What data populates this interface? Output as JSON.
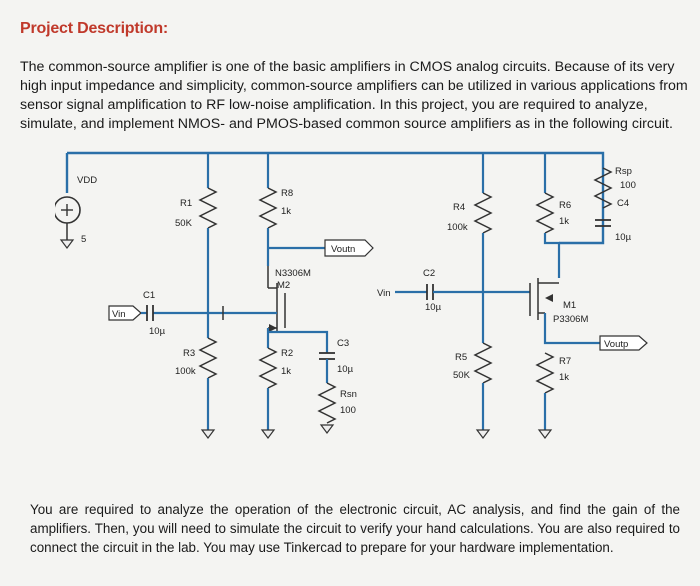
{
  "title": "Project Description:",
  "intro": "The common-source amplifier is one of the basic amplifiers in CMOS analog circuits. Because of its very high input impedance and simplicity, common-source amplifiers can be utilized in various applications from sensor signal amplification to RF low-noise amplification. In this project, you are required to analyze, simulate, and implement NMOS- and PMOS-based common source amplifiers as in the following circuit.",
  "circuit": {
    "vdd": {
      "label": "VDD",
      "value": "5"
    },
    "r1": {
      "name": "R1",
      "value": "50K"
    },
    "r8": {
      "name": "R8",
      "value": "1k"
    },
    "r3": {
      "name": "R3",
      "value": "100k"
    },
    "r2": {
      "name": "R2",
      "value": "1k"
    },
    "c1": {
      "name": "C1",
      "value": "10µ"
    },
    "c3": {
      "name": "C3",
      "value": "10µ"
    },
    "rsn": {
      "name": "Rsn",
      "value": "100"
    },
    "m2": {
      "name": "N3306M",
      "sub": "M2"
    },
    "vin_left": "Vin",
    "voutn": "Voutn",
    "vin_right": "Vin",
    "c2": {
      "name": "C2",
      "value": "10µ"
    },
    "r4": {
      "name": "R4",
      "value": "100k"
    },
    "r5": {
      "name": "R5",
      "value": "50K"
    },
    "r6": {
      "name": "R6",
      "value": "1k"
    },
    "r7": {
      "name": "R7",
      "value": "1k"
    },
    "rsp": {
      "name": "Rsp",
      "value": "100"
    },
    "c4": {
      "name": "C4",
      "value": "10µ"
    },
    "m1": {
      "name": "M1",
      "sub": "P3306M"
    },
    "voutp": "Voutp"
  },
  "footer": "You are required to analyze the operation of the electronic circuit, AC analysis, and find the gain of the amplifiers. Then, you will need to simulate the circuit to verify your hand calculations. You are also required to connect the circuit in the lab. You may use Tinkercad to prepare for your hardware implementation."
}
